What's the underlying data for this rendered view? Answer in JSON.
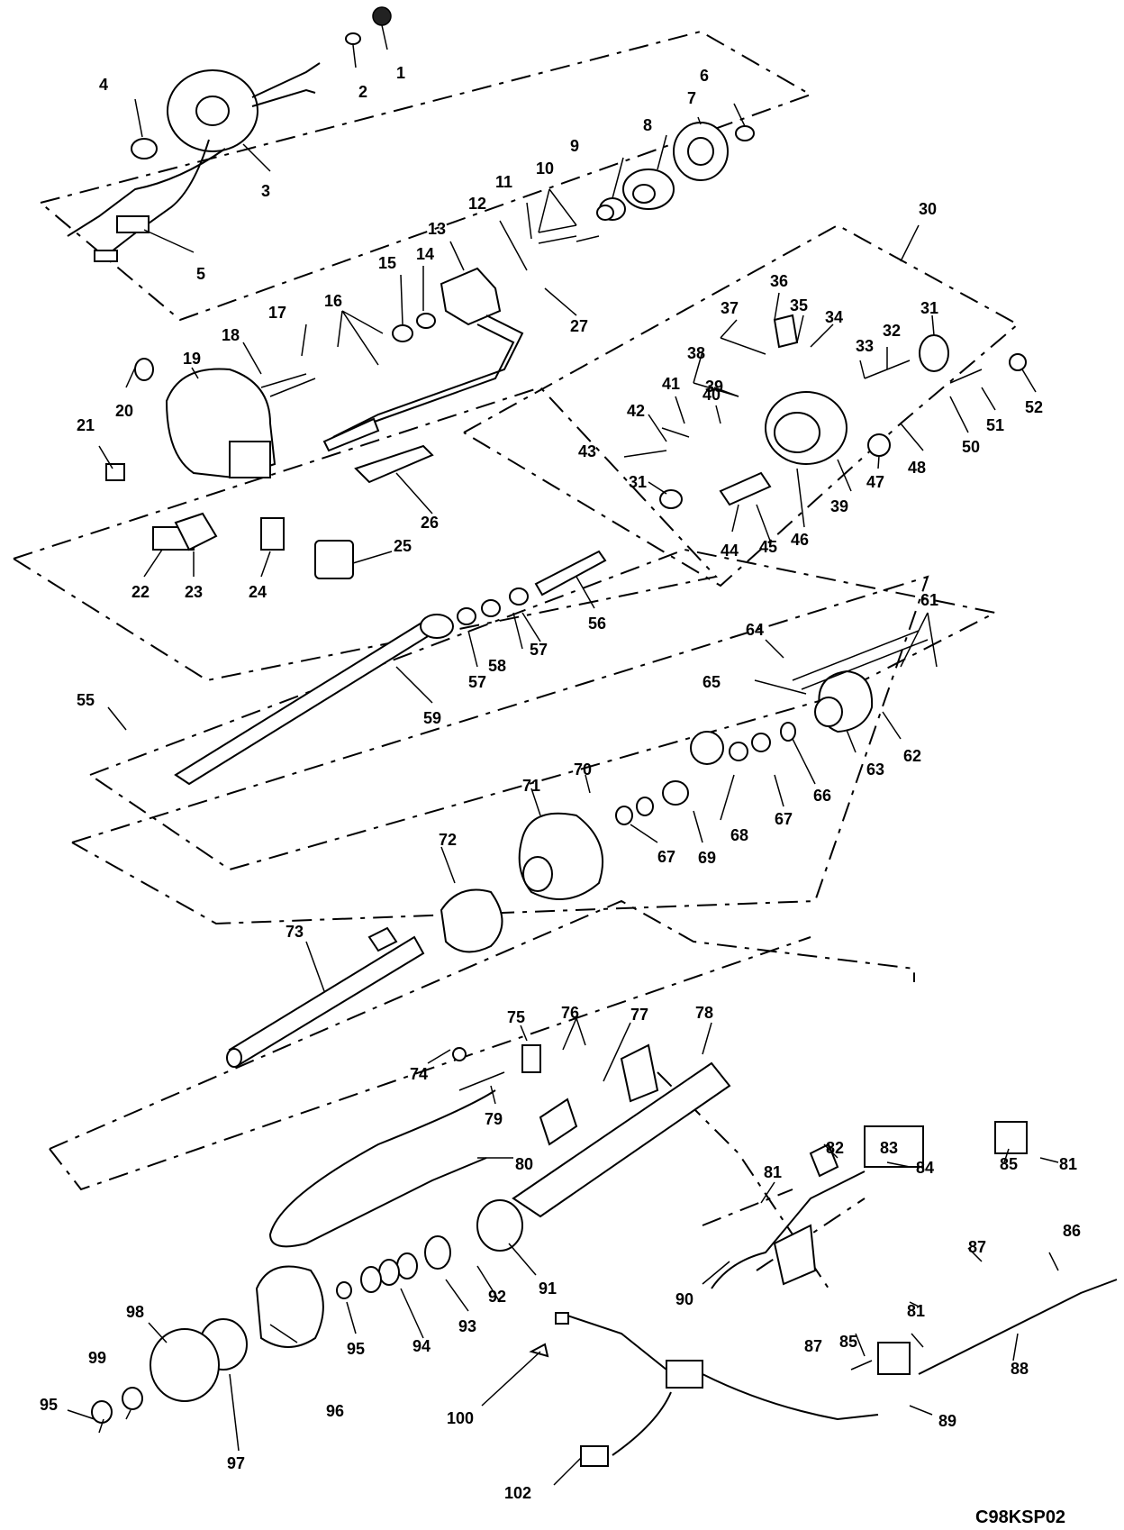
{
  "diagram_code": "C98KSP02",
  "callouts": [
    {
      "label": "1"
    },
    {
      "label": "2"
    },
    {
      "label": "3"
    },
    {
      "label": "4"
    },
    {
      "label": "5"
    },
    {
      "label": "6"
    },
    {
      "label": "7"
    },
    {
      "label": "8"
    },
    {
      "label": "9"
    },
    {
      "label": "10"
    },
    {
      "label": "11"
    },
    {
      "label": "12"
    },
    {
      "label": "13"
    },
    {
      "label": "14"
    },
    {
      "label": "15"
    },
    {
      "label": "16"
    },
    {
      "label": "17"
    },
    {
      "label": "18"
    },
    {
      "label": "19"
    },
    {
      "label": "20"
    },
    {
      "label": "21"
    },
    {
      "label": "22"
    },
    {
      "label": "23"
    },
    {
      "label": "24"
    },
    {
      "label": "25"
    },
    {
      "label": "26"
    },
    {
      "label": "27"
    },
    {
      "label": "30"
    },
    {
      "label": "31"
    },
    {
      "label": "31"
    },
    {
      "label": "32"
    },
    {
      "label": "33"
    },
    {
      "label": "34"
    },
    {
      "label": "35"
    },
    {
      "label": "36"
    },
    {
      "label": "37"
    },
    {
      "label": "38"
    },
    {
      "label": "39"
    },
    {
      "label": "39"
    },
    {
      "label": "40"
    },
    {
      "label": "41"
    },
    {
      "label": "42"
    },
    {
      "label": "43"
    },
    {
      "label": "44"
    },
    {
      "label": "45"
    },
    {
      "label": "46"
    },
    {
      "label": "47"
    },
    {
      "label": "48"
    },
    {
      "label": "50"
    },
    {
      "label": "51"
    },
    {
      "label": "52"
    },
    {
      "label": "55"
    },
    {
      "label": "56"
    },
    {
      "label": "57"
    },
    {
      "label": "57"
    },
    {
      "label": "58"
    },
    {
      "label": "59"
    },
    {
      "label": "61"
    },
    {
      "label": "62"
    },
    {
      "label": "63"
    },
    {
      "label": "64"
    },
    {
      "label": "65"
    },
    {
      "label": "66"
    },
    {
      "label": "67"
    },
    {
      "label": "67"
    },
    {
      "label": "68"
    },
    {
      "label": "69"
    },
    {
      "label": "70"
    },
    {
      "label": "71"
    },
    {
      "label": "72"
    },
    {
      "label": "73"
    },
    {
      "label": "74"
    },
    {
      "label": "75"
    },
    {
      "label": "76"
    },
    {
      "label": "77"
    },
    {
      "label": "78"
    },
    {
      "label": "79"
    },
    {
      "label": "80"
    },
    {
      "label": "81"
    },
    {
      "label": "81"
    },
    {
      "label": "81"
    },
    {
      "label": "82"
    },
    {
      "label": "83"
    },
    {
      "label": "84"
    },
    {
      "label": "85"
    },
    {
      "label": "85"
    },
    {
      "label": "86"
    },
    {
      "label": "87"
    },
    {
      "label": "87"
    },
    {
      "label": "88"
    },
    {
      "label": "89"
    },
    {
      "label": "90"
    },
    {
      "label": "91"
    },
    {
      "label": "92"
    },
    {
      "label": "93"
    },
    {
      "label": "94"
    },
    {
      "label": "95"
    },
    {
      "label": "95"
    },
    {
      "label": "96"
    },
    {
      "label": "97"
    },
    {
      "label": "98"
    },
    {
      "label": "99"
    },
    {
      "label": "100"
    },
    {
      "label": "102"
    }
  ]
}
